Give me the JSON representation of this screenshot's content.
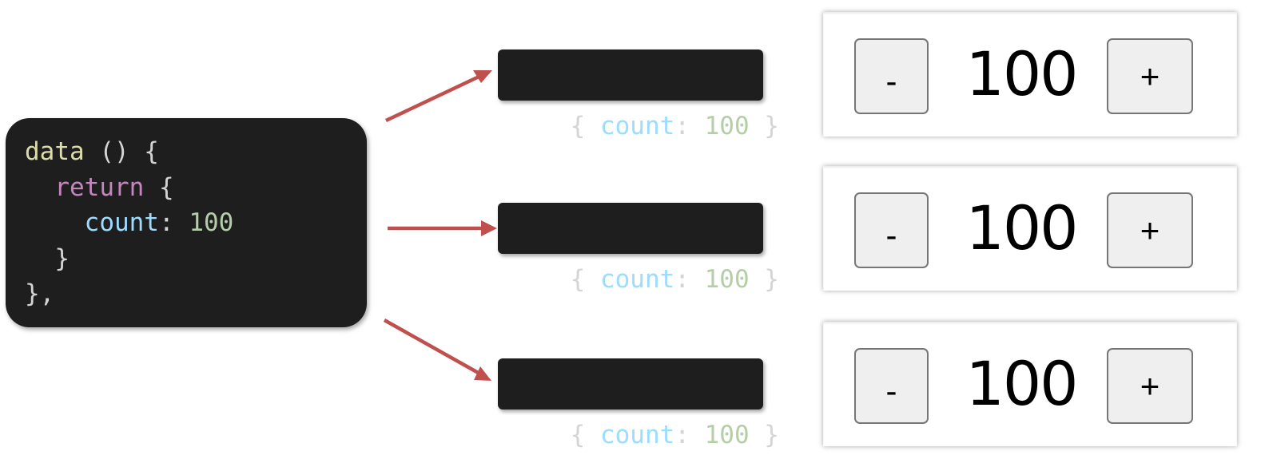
{
  "code": {
    "lines": [
      [
        {
          "t": "data",
          "c": "fn"
        },
        {
          "t": " () {",
          "c": "punc"
        }
      ],
      [
        {
          "t": "  ",
          "c": "punc"
        },
        {
          "t": "return",
          "c": "kw"
        },
        {
          "t": " {",
          "c": "punc"
        }
      ],
      [
        {
          "t": "    ",
          "c": "punc"
        },
        {
          "t": "count",
          "c": "prop"
        },
        {
          "t": ": ",
          "c": "punc"
        },
        {
          "t": "100",
          "c": "num"
        }
      ],
      [
        {
          "t": "  }",
          "c": "punc"
        }
      ],
      [
        {
          "t": "},",
          "c": "punc"
        }
      ]
    ]
  },
  "objects": [
    {
      "open": "{ ",
      "key": "count",
      "sep": ": ",
      "value": "100",
      "close": " }"
    },
    {
      "open": "{ ",
      "key": "count",
      "sep": ": ",
      "value": "100",
      "close": " }"
    },
    {
      "open": "{ ",
      "key": "count",
      "sep": ": ",
      "value": "100",
      "close": " }"
    }
  ],
  "counters": [
    {
      "minus_label": "-",
      "value": "100",
      "plus_label": "+"
    },
    {
      "minus_label": "-",
      "value": "100",
      "plus_label": "+"
    },
    {
      "minus_label": "-",
      "value": "100",
      "plus_label": "+"
    }
  ],
  "colors": {
    "arrow": "#c0504d",
    "code_bg": "#1e1e1e"
  }
}
